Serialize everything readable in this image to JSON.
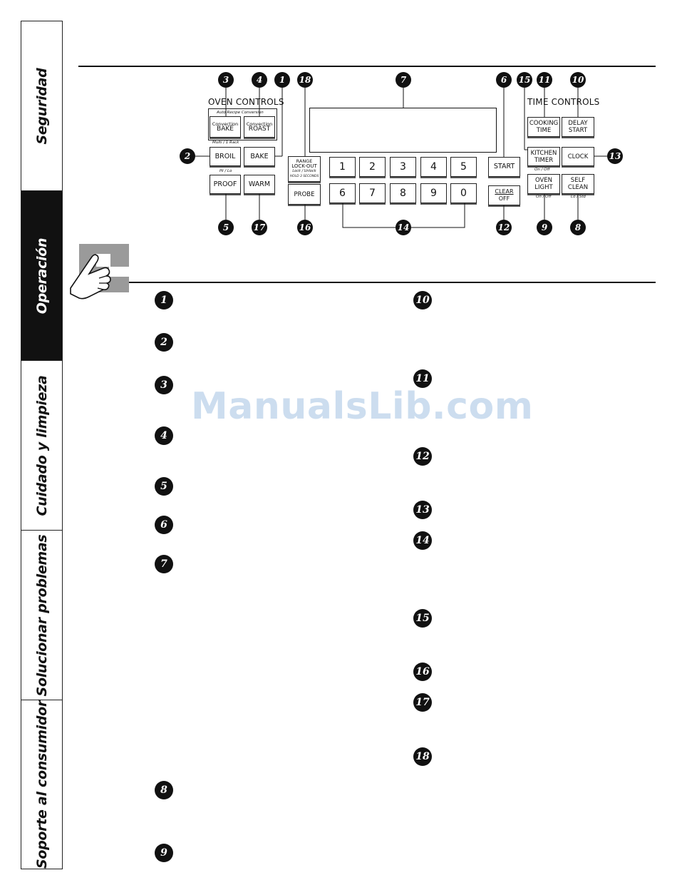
{
  "tabs": [
    {
      "label": "Seguridad",
      "active": false
    },
    {
      "label": "Operación",
      "active": true
    },
    {
      "label": "Cuidado y limpieza",
      "active": false
    },
    {
      "label": "Solucionar problemas",
      "active": false
    },
    {
      "label": "Soporte al consumidor",
      "active": false
    }
  ],
  "panel": {
    "oven_title": "OVEN CONTROLS",
    "time_title": "TIME CONTROLS",
    "auto_recipe": "Auto Recipe Conversion",
    "multi_rack": "Multi / 1 Rack",
    "hi_lo": "Hi / Lo",
    "on_off_1": "On / Off",
    "on_off_2": "On / Off",
    "lo_std": "Lo / Std",
    "buttons": {
      "conv_bake_1": "Convection",
      "conv_bake_2": "BAKE",
      "conv_roast_1": "Convection",
      "conv_roast_2": "ROAST",
      "broil": "BROIL",
      "bake": "BAKE",
      "proof": "PROOF",
      "warm": "WARM",
      "range_lockout_1": "RANGE",
      "range_lockout_2": "LOCK-OUT",
      "range_lockout_3": "Lock / Unlock",
      "range_lockout_4": "HOLD 3 SECONDS",
      "probe": "PROBE",
      "start": "START",
      "clear_off_1": "CLEAR",
      "clear_off_2": "OFF",
      "cooking_time_1": "COOKING",
      "cooking_time_2": "TIME",
      "delay_start_1": "DELAY",
      "delay_start_2": "START",
      "kitchen_timer_1": "KITCHEN",
      "kitchen_timer_2": "TIMER",
      "clock": "CLOCK",
      "oven_light_1": "OVEN",
      "oven_light_2": "LIGHT",
      "self_clean_1": "SELF",
      "self_clean_2": "CLEAN"
    },
    "keys": [
      "1",
      "2",
      "3",
      "4",
      "5",
      "6",
      "7",
      "8",
      "9",
      "0"
    ]
  },
  "callouts": {
    "c1": "1",
    "c2": "2",
    "c3": "3",
    "c4": "4",
    "c5": "5",
    "c6": "6",
    "c7": "7",
    "c8": "8",
    "c9": "9",
    "c10": "10",
    "c11": "11",
    "c12": "12",
    "c13": "13",
    "c14": "14",
    "c15": "15",
    "c16": "16",
    "c17": "17",
    "c18": "18"
  },
  "list_left": [
    "1",
    "2",
    "3",
    "4",
    "5",
    "6",
    "7",
    "8",
    "9"
  ],
  "list_right": [
    "10",
    "11",
    "12",
    "13",
    "14",
    "15",
    "16",
    "17",
    "18"
  ],
  "watermark": "ManualsLib.com"
}
